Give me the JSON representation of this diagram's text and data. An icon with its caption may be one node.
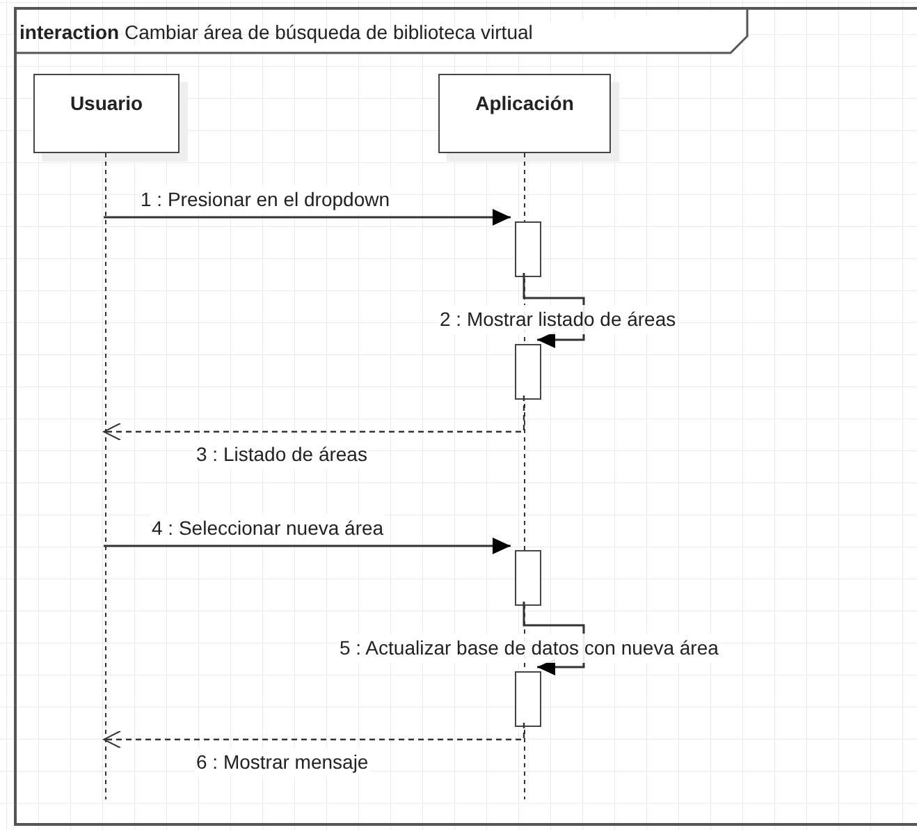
{
  "diagram": {
    "nodes": [
      {
        "text": [
          "**interaction** Cambiar área de búsqueda de biblioteca virtual"
        ]
      },
      {
        "text": [
          "Usuario"
        ],
        "in": 0
      },
      {
        "text": [
          "Aplicación"
        ],
        "in": 0
      },
      {
        "text": [],
        "shape": "bar",
        "in": 2
      },
      {
        "text": [],
        "shape": "bar",
        "in": 2
      },
      {
        "text": [],
        "shape": "bar",
        "in": 2
      },
      {
        "text": [],
        "shape": "bar",
        "in": 2
      }
    ],
    "edges": [
      {
        "from": 1,
        "to": 3,
        "arrow": "to",
        "label": "1 : Presionar en el dropdown"
      },
      {
        "from": 3,
        "to": 4,
        "arrow": "to",
        "label": "2 : Mostrar listado de áreas"
      },
      {
        "from": 4,
        "to": 1,
        "arrow": "to",
        "label": "3 : Listado de áreas",
        "style": "dashed"
      },
      {
        "from": 1,
        "to": 5,
        "arrow": "to",
        "label": "4 : Seleccionar nueva área"
      },
      {
        "from": 5,
        "to": 6,
        "arrow": "to",
        "label": "5 : Actualizar base de datos con nueva área"
      },
      {
        "from": 6,
        "to": 1,
        "arrow": "to",
        "label": "6 : Mostrar mensaje",
        "style": "dashed"
      }
    ]
  }
}
